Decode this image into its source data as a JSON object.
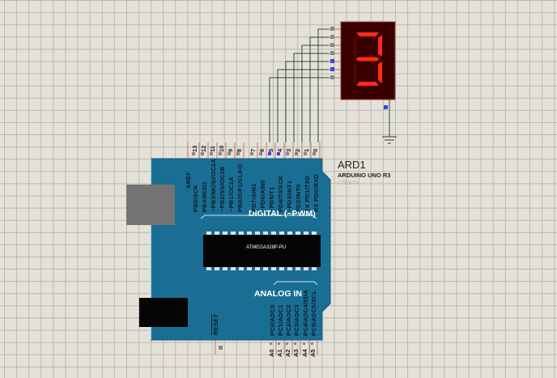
{
  "component": {
    "ref": "ARD1",
    "type": "ARDUINO UNO R3",
    "text_placeholder": "<TEXT>"
  },
  "display": {
    "name": "7-segment display",
    "digit_shown": "3",
    "segment_color": "#ff2a1a",
    "body_color": "#3a0000"
  },
  "board": {
    "color": "#1b6e93",
    "digital_header": "DIGITAL (~PWM)",
    "analog_header": "ANALOG IN",
    "chip_label": "ATMEGA328P-PU",
    "aref_label": "AREF",
    "reset_label": "RESET",
    "digital_pin_numbers": [
      "13",
      "12",
      "11",
      "10",
      "9",
      "8",
      "7",
      "6",
      "5",
      "4",
      "3",
      "2",
      "1",
      "0"
    ],
    "digital_pin_labels": [
      "PB5/SCK",
      "PB4/MISO",
      "~PB3/MOSI/OC2A",
      "~PB2/SS/OC1B",
      "~PB1/OC1A",
      "PB0/ICP1/CLKO",
      "PD7/AIN1",
      "~PD6/AIN0",
      "~PD5/T1",
      "PD4/T0/XCK",
      "~PD3/INT1",
      "PD2/INT0",
      "TX PD1/TXD",
      "RX PD0/RXD"
    ],
    "analog_pin_numbers": [
      "A0",
      "A1",
      "A2",
      "A3",
      "A4",
      "A5"
    ],
    "analog_pin_labels": [
      "PC0/ADC0",
      "PC1/ADC1",
      "PC2/ADC2",
      "PC3/ADC3",
      "PC4/ADC4/SDA",
      "PC5/ADC5/SCL"
    ]
  }
}
